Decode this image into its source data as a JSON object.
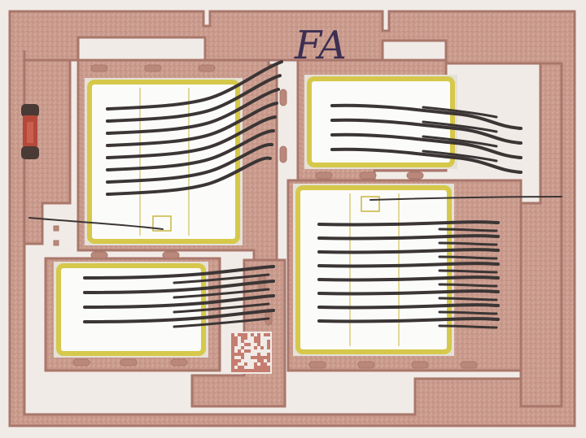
{
  "substrate": {
    "handwritten_label": "FA",
    "colors": {
      "board": "#f1ebe7",
      "copper": "#c99a8c",
      "copper_dark": "#b9887b",
      "gap": "#a9776b",
      "die_border": "#d6c84a",
      "die_frame": "#e5e1d8",
      "die_face": "#fbfbf9",
      "wire": "#3b3535",
      "component_body": "#b5483b",
      "component_cap": "#4a3a35",
      "ink": "#3c2f52",
      "datamatrix": "#c57d6f"
    }
  },
  "dies": [
    {
      "name": "die-top-left",
      "wires": 8
    },
    {
      "name": "die-top-right",
      "wires": 4
    },
    {
      "name": "die-bottom-left",
      "wires": 4
    },
    {
      "name": "die-bottom-right",
      "wires": 8
    }
  ]
}
